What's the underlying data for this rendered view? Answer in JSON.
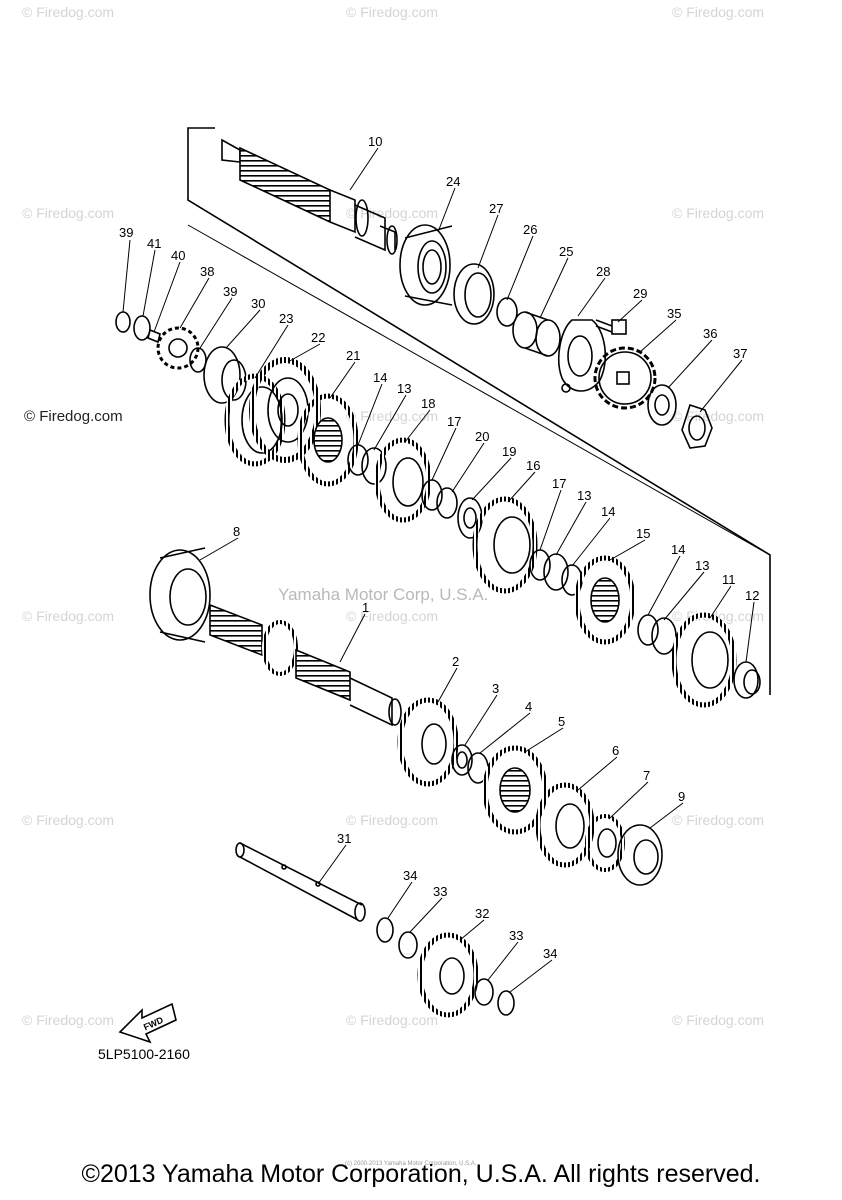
{
  "watermark": "© Firedog.com",
  "center_watermark": "Yamaha Motor Corp, U.S.A.",
  "diagram_code": "5LP5100-2160",
  "fwd_label": "FWD",
  "tiny_credit": "(c) 2000-2013 Yamaha Motor Corporation, U.S.A.",
  "copyright": "©2013 Yamaha Motor Corporation, U.S.A. All rights reserved.",
  "parts": [
    "10",
    "24",
    "27",
    "26",
    "25",
    "28",
    "29",
    "35",
    "36",
    "37",
    "39",
    "41",
    "40",
    "38",
    "39",
    "30",
    "23",
    "22",
    "21",
    "14",
    "13",
    "18",
    "17",
    "20",
    "19",
    "16",
    "17",
    "13",
    "14",
    "15",
    "14",
    "13",
    "11",
    "12",
    "8",
    "1",
    "2",
    "3",
    "4",
    "5",
    "6",
    "7",
    "9",
    "31",
    "34",
    "33",
    "32",
    "33",
    "34"
  ]
}
